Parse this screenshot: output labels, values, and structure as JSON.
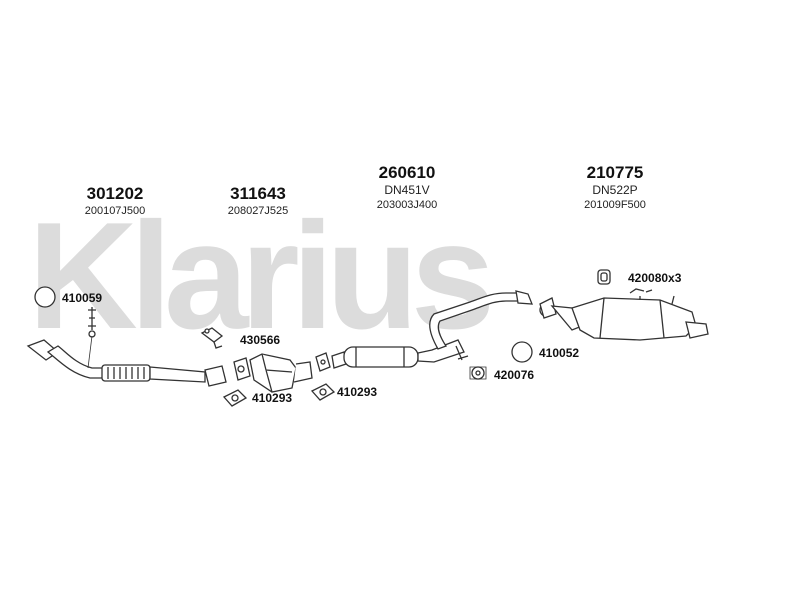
{
  "watermark": "Klarius",
  "headers": [
    {
      "number": "301202",
      "code": "200107J500"
    },
    {
      "number": "311643",
      "code": "208027J525"
    },
    {
      "number": "260610",
      "sub": "DN451V",
      "code": "203003J400"
    },
    {
      "number": "210775",
      "sub": "DN522P",
      "code": "201009F500"
    }
  ],
  "callouts": {
    "gasket_front": "410059",
    "bracket": "430566",
    "gasket_cat_left": "410293",
    "gasket_cat_right": "410293",
    "gasket_rear": "410052",
    "rubber_mount": "420076",
    "hanger_kit": "420080x3"
  }
}
